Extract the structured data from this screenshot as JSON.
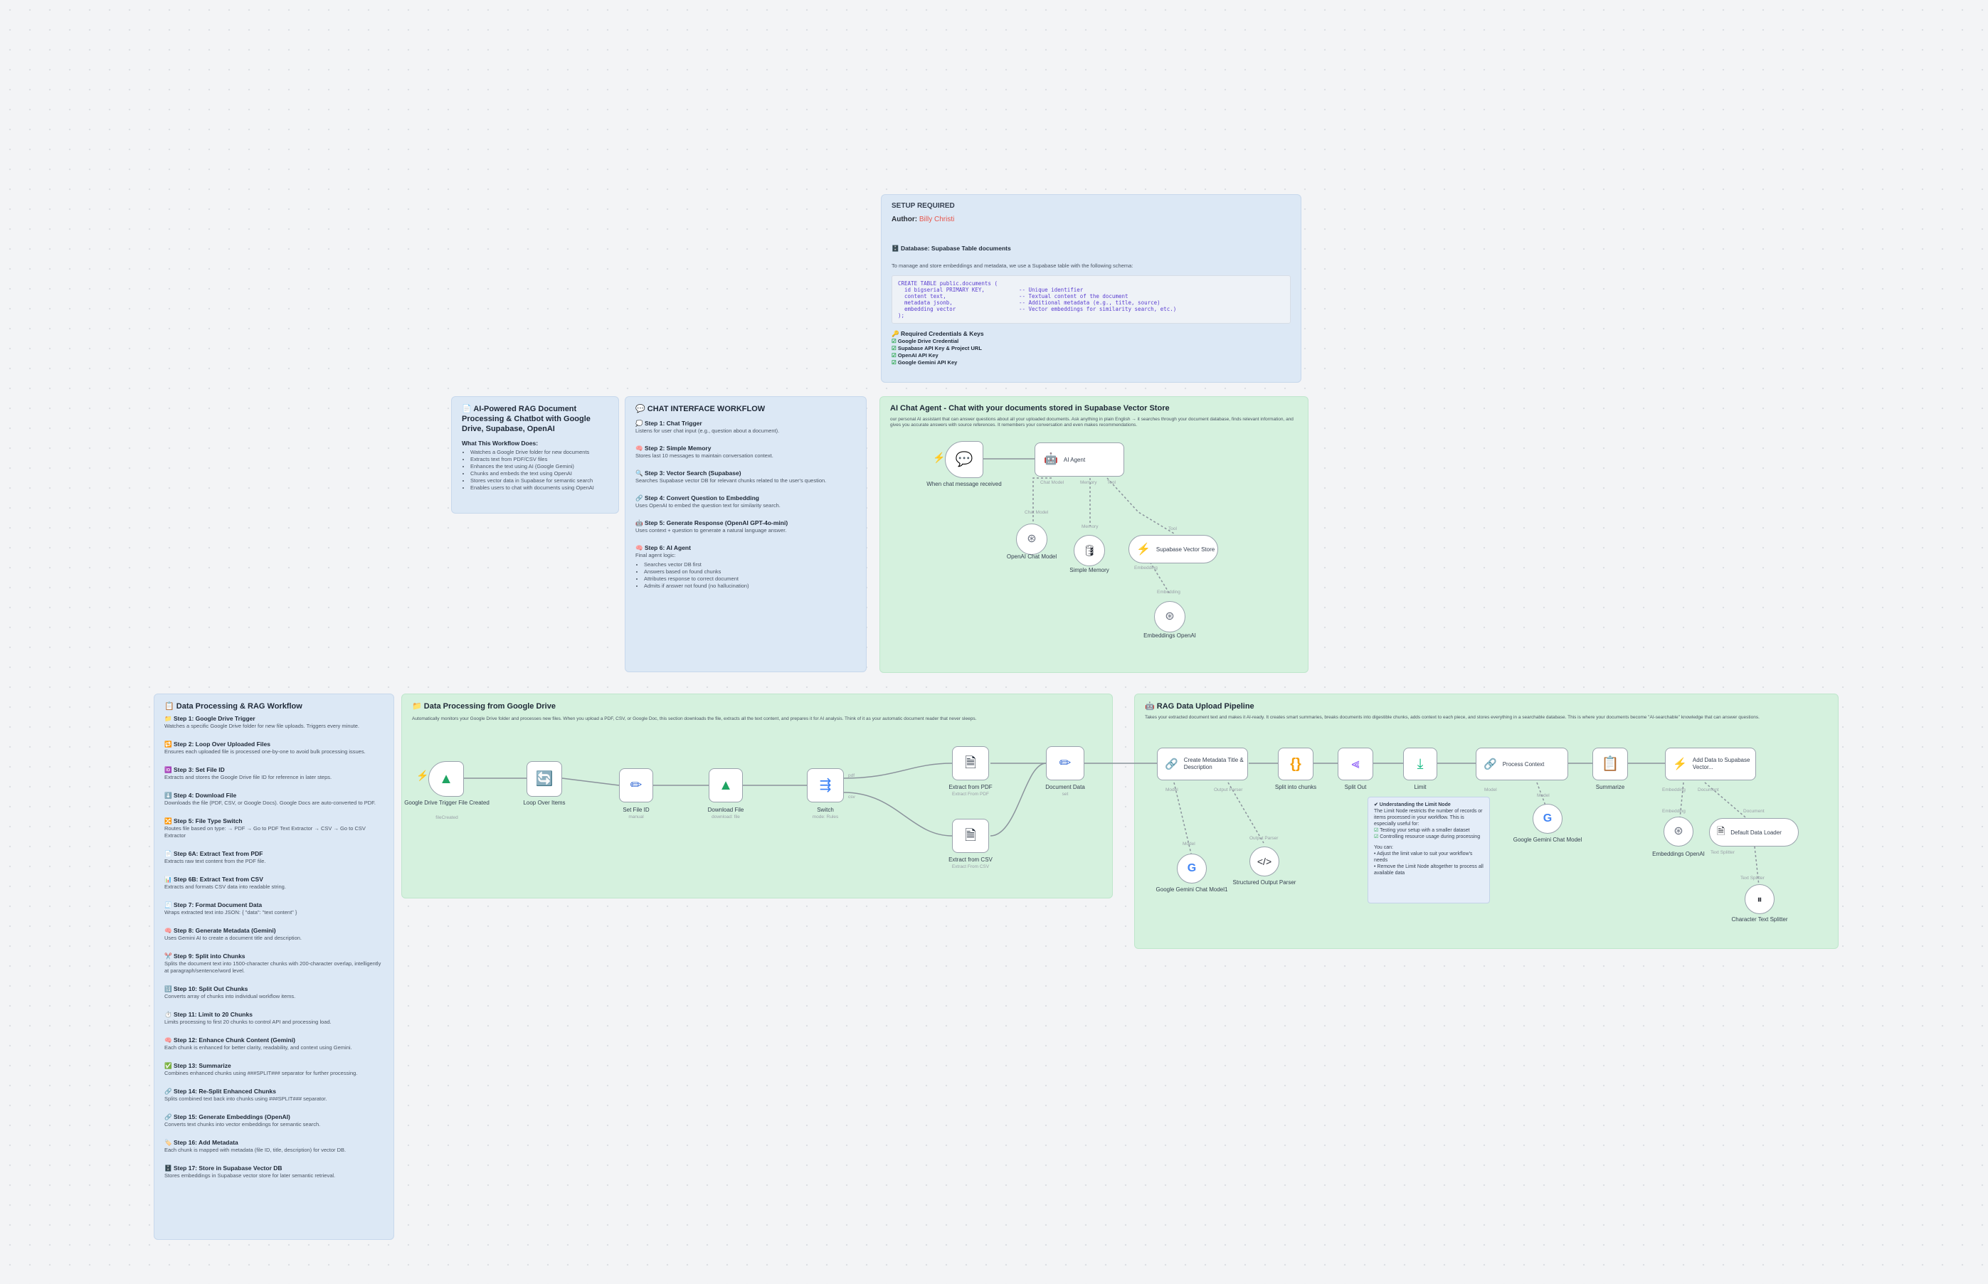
{
  "setup": {
    "heading": "SETUP REQUIRED",
    "author_label": "Author:",
    "author_name": "Billy Christi",
    "db_title": "🗄️ Database: Supabase Table documents",
    "db_desc": "To manage and store embeddings and metadata, we use a Supabase table with the following schema:",
    "sql_left": "CREATE TABLE public.documents (\n  id bigserial PRIMARY KEY,\n  content text,\n  metadata jsonb,\n  embedding vector\n);",
    "sql_right": "\n-- Unique identifier\n-- Textual content of the document\n-- Additional metadata (e.g., title, source)\n-- Vector embeddings for similarity search, etc.)",
    "cred_title": "🔑 Required Credentials & Keys",
    "creds": [
      "Google Drive Credential",
      "Supabase API Key & Project URL",
      "OpenAI API Key",
      "Google Gemini API Key"
    ]
  },
  "overview": {
    "title": "📄 AI-Powered RAG Document Processing & Chatbot with Google Drive, Supabase, OpenAI",
    "what_title": "What This Workflow Does:",
    "items": [
      "Watches a Google Drive folder for new documents",
      "Extracts text from PDF/CSV files",
      "Enhances the text using AI (Google Gemini)",
      "Chunks and embeds the text using OpenAI",
      "Stores vector data in Supabase for semantic search",
      "Enables users to chat with documents using OpenAI"
    ]
  },
  "chat_interface": {
    "title": "💬 CHAT INTERFACE WORKFLOW",
    "steps": [
      {
        "t": "💭 Step 1: Chat Trigger",
        "d": "Listens for user chat input (e.g., question about a document)."
      },
      {
        "t": "🧠 Step 2: Simple Memory",
        "d": "Stores last 10 messages to maintain conversation context."
      },
      {
        "t": "🔍 Step 3: Vector Search (Supabase)",
        "d": "Searches Supabase vector DB for relevant chunks related to the user's question."
      },
      {
        "t": "🔗 Step 4: Convert Question to Embedding",
        "d": "Uses OpenAI to embed the question text for similarity search."
      },
      {
        "t": "🤖 Step 5: Generate Response (OpenAI GPT-4o-mini)",
        "d": "Uses context + question to generate a natural language answer."
      },
      {
        "t": "🧠 Step 6: AI Agent",
        "d": "Final agent logic:"
      }
    ],
    "agent_items": [
      "Searches vector DB first",
      "Answers based on found chunks",
      "Attributes response to correct document",
      "Admits if answer not found (no hallucination)"
    ]
  },
  "ai_chat": {
    "title": "AI Chat Agent - Chat with your documents stored in Supabase Vector Store",
    "desc": "our personal AI assistant that can answer questions about all your uploaded documents. Ask anything in plain English → it searches through your document database, finds relevant information, and gives you accurate answers with source references. It remembers your conversation and even makes recommendations.",
    "nodes": {
      "trigger": "When chat message received",
      "agent": "AI Agent",
      "openai_chat": "OpenAI Chat Model",
      "memory": "Simple Memory",
      "vector": "Supabase Vector Store",
      "embeddings": "Embeddings OpenAI"
    },
    "ports": {
      "chat_model": "Chat Model",
      "memory": "Memory",
      "tool": "Tool",
      "model": "Model",
      "embedding": "Embedding"
    }
  },
  "data_processing_doc": {
    "title": "📋 Data Processing & RAG Workflow",
    "steps": [
      {
        "t": "📁 Step 1: Google Drive Trigger",
        "d": "Watches a specific Google Drive folder for new file uploads. Triggers every minute."
      },
      {
        "t": "🔁 Step 2: Loop Over Uploaded Files",
        "d": "Ensures each uploaded file is processed one-by-one to avoid bulk processing issues."
      },
      {
        "t": "🆔 Step 3: Set File ID",
        "d": "Extracts and stores the Google Drive file ID for reference in later steps."
      },
      {
        "t": "⬇️ Step 4: Download File",
        "d": "Downloads the file (PDF, CSV, or Google Docs). Google Docs are auto-converted to PDF."
      },
      {
        "t": "🔀 Step 5: File Type Switch",
        "d": "Routes file based on type: → PDF → Go to PDF Text Extractor  → CSV → Go to CSV Extractor"
      },
      {
        "t": "📄 Step 6A: Extract Text from PDF",
        "d": "Extracts raw text content from the PDF file."
      },
      {
        "t": "📊 Step 6B: Extract Text from CSV",
        "d": "Extracts and formats CSV data into readable string."
      },
      {
        "t": "🧾 Step 7: Format Document Data",
        "d": "Wraps extracted text into JSON: { \"data\": \"text content\" }"
      },
      {
        "t": "🧠 Step 8: Generate Metadata (Gemini)",
        "d": "Uses Gemini AI to create a document title and description."
      },
      {
        "t": "✂️ Step 9: Split into Chunks",
        "d": "Splits the document text into 1500-character chunks with 200-character overlap, intelligently at paragraph/sentence/word level."
      },
      {
        "t": "🔢 Step 10: Split Out Chunks",
        "d": "Converts array of chunks into individual workflow items."
      },
      {
        "t": "⏱️ Step 11: Limit to 20 Chunks",
        "d": "Limits processing to first 20 chunks to control API and processing load."
      },
      {
        "t": "🧠 Step 12: Enhance Chunk Content (Gemini)",
        "d": "Each chunk is enhanced for better clarity, readability, and context using Gemini."
      },
      {
        "t": "✅ Step 13: Summarize",
        "d": "Combines enhanced chunks using ###SPLIT### separator for further processing."
      },
      {
        "t": "🔗 Step 14: Re-Split Enhanced Chunks",
        "d": "Splits combined text back into chunks using ###SPLIT### separator."
      },
      {
        "t": "🔗 Step 15: Generate Embeddings (OpenAI)",
        "d": "Converts text chunks into vector embeddings for semantic search."
      },
      {
        "t": "🏷️ Step 16: Add Metadata",
        "d": "Each chunk is mapped with metadata (file ID, title, description) for vector DB."
      },
      {
        "t": "🗄️ Step 17: Store in Supabase Vector DB",
        "d": "Stores embeddings in Supabase vector store for later semantic retrieval."
      }
    ]
  },
  "gdrive_flow": {
    "title": "📁 Data Processing from Google Drive",
    "desc": "Automatically monitors your Google Drive folder and processes new files. When you upload a PDF, CSV, or Google Doc, this section downloads the file, extracts all the text content, and prepares it for AI analysis. Think of it as your automatic document reader that never sleeps.",
    "nodes": {
      "trigger": "Google Drive Trigger File Created",
      "trigger_sub": "fileCreated",
      "loop": "Loop Over Items",
      "setfile": "Set File ID",
      "setfile_sub": "manual",
      "download": "Download File",
      "download_sub": "download: file",
      "switch": "Switch",
      "switch_sub": "mode: Rules",
      "pdf": "Extract from PDF",
      "pdf_sub": "Extract From PDF",
      "csv": "Extract from CSV",
      "csv_sub": "Extract From CSV",
      "docdata": "Document Data",
      "docdata_sub": "set"
    },
    "edge_labels": {
      "pdf": "pdf",
      "csv": "csv"
    }
  },
  "rag_flow": {
    "title": "🤖 RAG Data Upload Pipeline",
    "desc": "Takes your extracted document text and makes it AI-ready. It creates smart summaries, breaks documents into digestible chunks, adds context to each piece, and stores everything in a searchable database. This is where your documents become \"AI-searchable\" knowledge that can answer questions.",
    "nodes": {
      "metadata": "Create Metadata Title & Description",
      "code": "Split into chunks",
      "splitout": "Split Out",
      "limit": "Limit",
      "process": "Process Context",
      "summarize": "Summarize",
      "addvec": "Add Data to Supabase Vector...",
      "gemini1": "Google Gemini Chat Model1",
      "parser": "Structured Output Parser",
      "gemini2": "Google Gemini Chat Model",
      "emb": "Embeddings OpenAI",
      "loader": "Default Data Loader",
      "splitter": "Character Text Splitter"
    },
    "ports": {
      "model": "Model",
      "output_parser": "Output Parser",
      "embedding": "Embedding",
      "document": "Document",
      "text_splitter": "Text Splitter"
    },
    "sticky": {
      "title": "✔ Understanding the Limit Node",
      "intro": "The Limit Node restricts the number of records or items processed in your workflow. This is especially useful for:",
      "uses": [
        "Testing your setup with a smaller dataset",
        "Controlling resource usage during processing"
      ],
      "you_can": "You can:",
      "can": [
        "Adjust the limit value to suit your workflow's needs",
        "Remove the Limit Node altogether to process all available data"
      ]
    }
  },
  "colors": {
    "blue_note": "#dce8f5",
    "green_note": "#d5f1de",
    "author": "#e8564b"
  }
}
